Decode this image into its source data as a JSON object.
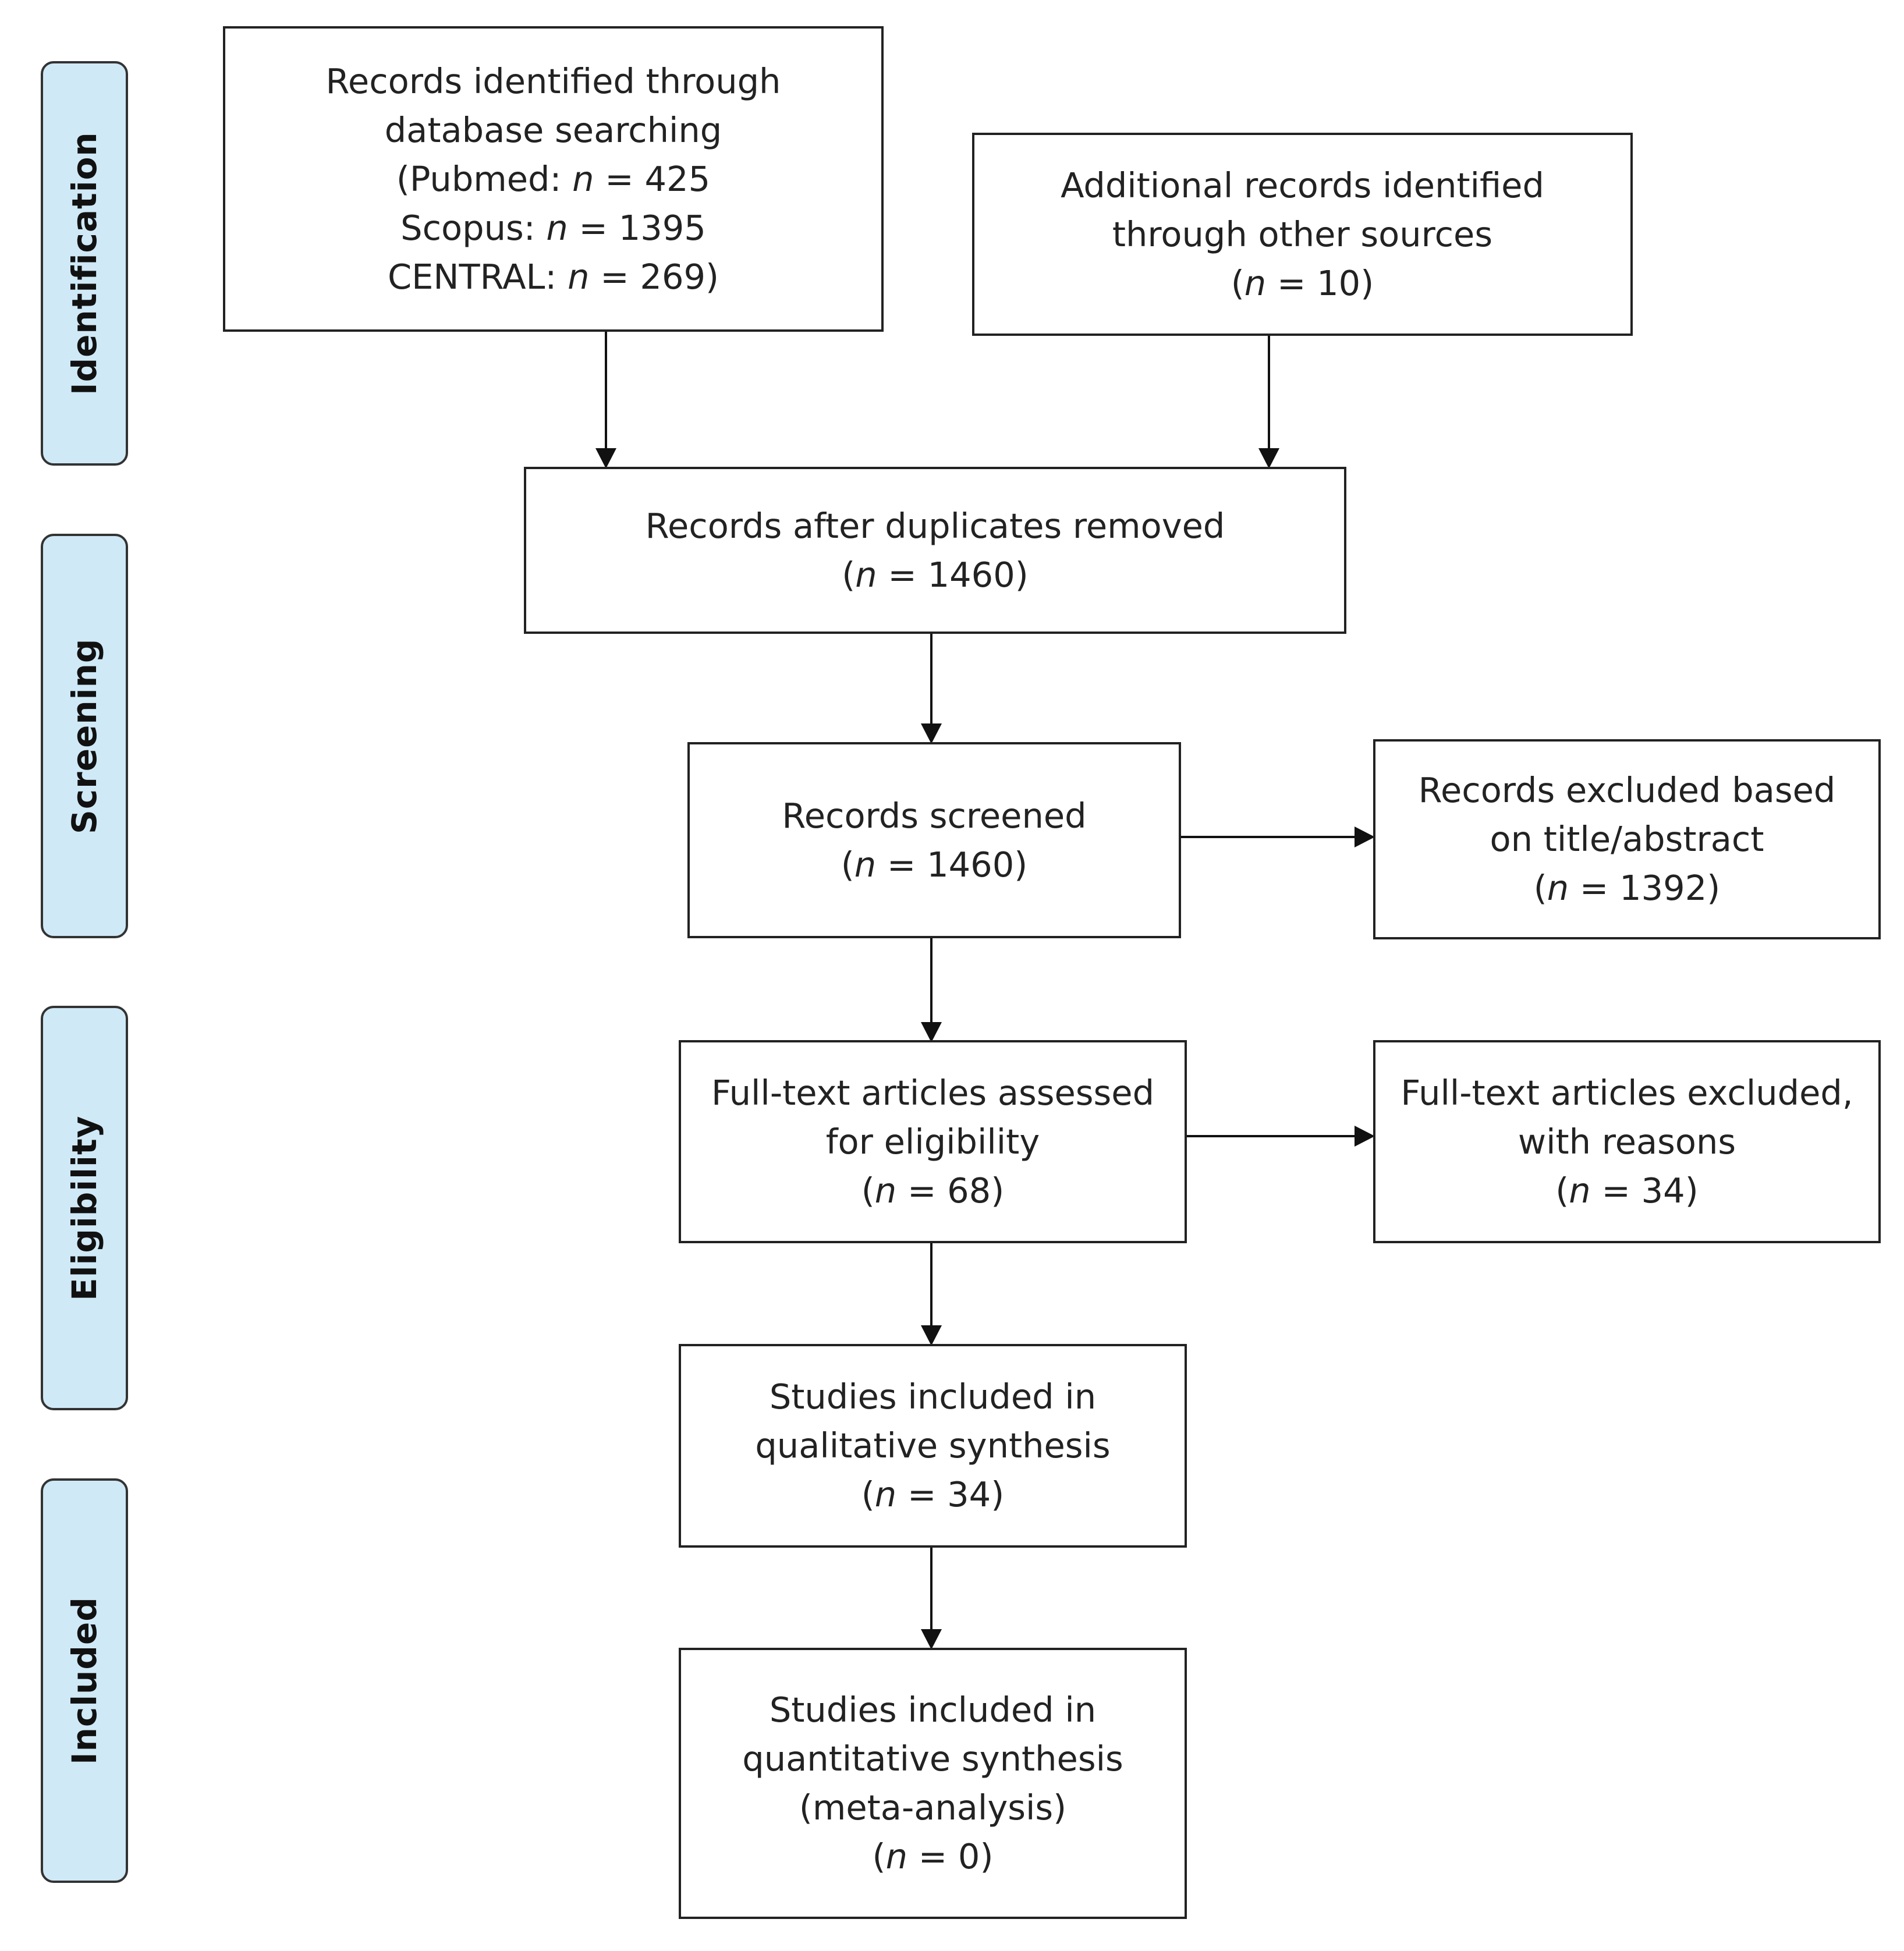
{
  "stages": {
    "identification": "Identification",
    "screening": "Screening",
    "eligibility": "Eligibility",
    "included": "Included"
  },
  "boxes": {
    "db_search": {
      "line1": "Records identified through",
      "line2": "database searching",
      "pubmed_prefix": "(Pubmed: ",
      "pubmed_value": " = 425",
      "scopus_prefix": "Scopus: ",
      "scopus_value": " = 1395",
      "central_prefix": "CENTRAL: ",
      "central_value": " = 269)"
    },
    "other_sources": {
      "line1": "Additional records identified",
      "line2": "through other sources",
      "count": " = 10)"
    },
    "after_duplicates": {
      "line1": "Records after duplicates removed",
      "count": " = 1460)"
    },
    "screened": {
      "line1": "Records screened",
      "count": " = 1460)"
    },
    "excluded_title": {
      "line1": "Records excluded based",
      "line2": "on title/abstract",
      "count": " = 1392)"
    },
    "fulltext_assessed": {
      "line1": "Full-text articles assessed",
      "line2": "for eligibility",
      "count": " = 68)"
    },
    "fulltext_excluded": {
      "line1": "Full-text articles excluded,",
      "line2": "with reasons",
      "count": " = 34)"
    },
    "qualitative": {
      "line1": "Studies included in",
      "line2": "qualitative synthesis",
      "count": " = 34)"
    },
    "quantitative": {
      "line1": "Studies included in",
      "line2": "quantitative synthesis",
      "line3": "(meta-analysis)",
      "count": " = 0)"
    }
  },
  "open_paren": "(",
  "n_symbol": "n",
  "colors": {
    "stage_fill": "#cfe9f7",
    "box_border": "#222222",
    "arrow": "#111111"
  }
}
